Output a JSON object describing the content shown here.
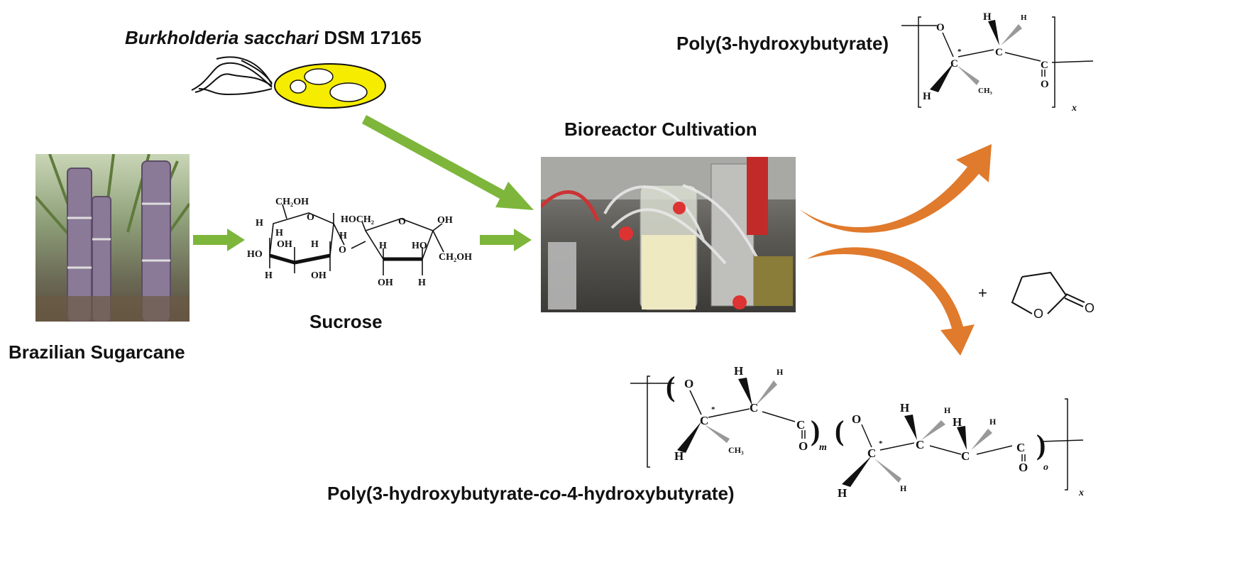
{
  "organism": {
    "name_italic": "Burkholderia sacchari",
    "name_rest": " DSM 17165"
  },
  "labels": {
    "sugarcane": "Brazilian Sugarcane",
    "sucrose": "Sucrose",
    "bioreactor": "Bioreactor Cultivation",
    "phb": "Poly(3-hydroxybutyrate)",
    "copolymer_a": "Poly(3-hydroxybutyrate-",
    "copolymer_co": "co",
    "copolymer_b": "-4-hydroxybutyrate)",
    "plus": "+"
  },
  "sucrose_structure": {
    "ch2oh_top": "CH₂OH",
    "hoch2": "HOCH₂",
    "ch2oh_right": "CH₂OH",
    "o": "O",
    "h": "H",
    "oh": "OH",
    "ho": "HO"
  },
  "phb_structure": {
    "o": "O",
    "c": "C",
    "h": "H",
    "ch3": "CH₃",
    "star": "*",
    "x": "x"
  },
  "copolymer_structure": {
    "o": "O",
    "c": "C",
    "h": "H",
    "ch3": "CH₃",
    "star": "*",
    "m": "m",
    "o_sub": "o",
    "x": "x"
  },
  "colors": {
    "green_arrow": "#7db63a",
    "orange_arrow": "#e07a2c",
    "cell_yellow": "#f5ec00"
  }
}
